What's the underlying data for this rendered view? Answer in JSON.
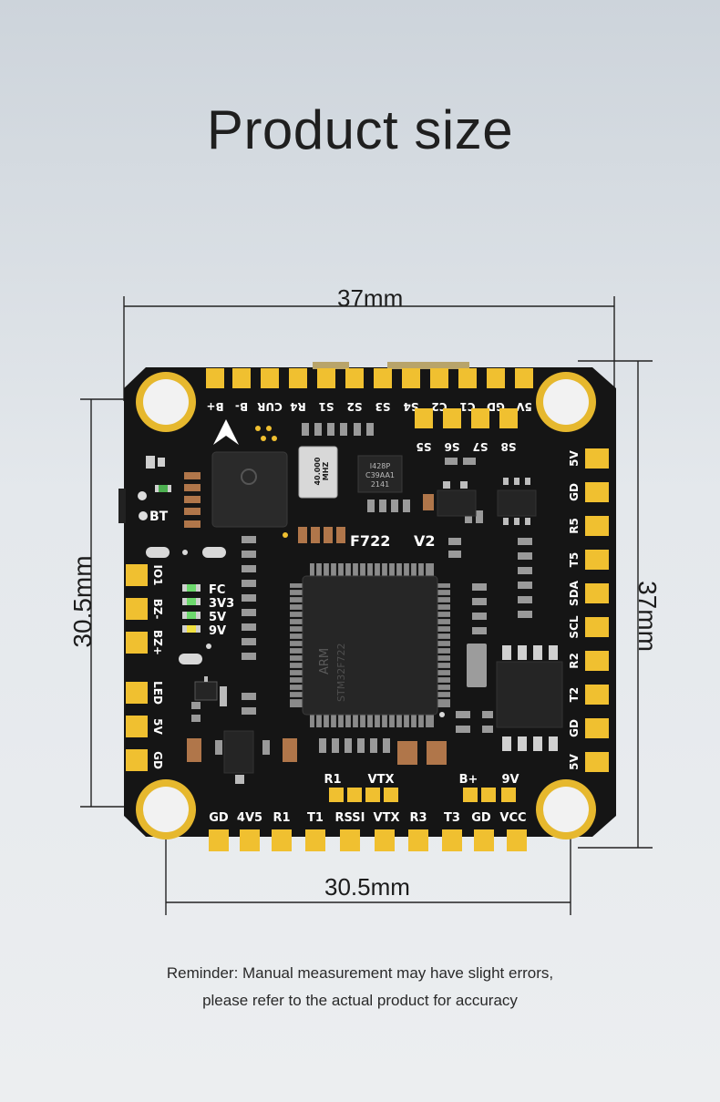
{
  "page": {
    "title": "Product size",
    "reminder_line1": "Reminder: Manual measurement may have slight errors,",
    "reminder_line2": "please refer to the actual product for accuracy"
  },
  "dimensions": {
    "top_width": "37mm",
    "right_height": "37mm",
    "left_mount": "30.5mm",
    "bottom_mount": "30.5mm"
  },
  "board": {
    "model": "F722",
    "version": "V2",
    "top_pads": [
      "B+",
      "B-",
      "CUR",
      "R4",
      "S1",
      "S2",
      "S3",
      "S4",
      "C2",
      "C1",
      "GD",
      "5V"
    ],
    "second_row_pads": [
      "S5",
      "S6",
      "S7",
      "S8"
    ],
    "right_pads": [
      "5V",
      "GD",
      "R5",
      "T5",
      "SDA",
      "SCL",
      "R2",
      "T2",
      "GD",
      "5V"
    ],
    "left_pads": [
      "IO1",
      "BZ-",
      "BZ+",
      "LED",
      "5V",
      "GD"
    ],
    "bottom_pads": [
      "GD",
      "4V5",
      "R1",
      "T1",
      "RSSI",
      "VTX",
      "R3",
      "T3",
      "GD",
      "VCC"
    ],
    "inner_pads_labels": [
      "R1",
      "VTX",
      "B+",
      "9V"
    ],
    "led_labels": [
      "FC",
      "3V3",
      "5V",
      "9V"
    ],
    "bt_label": "BT",
    "crystal_text": [
      "40.000",
      "MHZ"
    ],
    "chip_small_text": [
      "I428P",
      "C39AA1",
      "2141"
    ],
    "mcu_text": [
      "ARM",
      "STM32F722"
    ]
  },
  "colors": {
    "board": "#141414",
    "gold": "#f0c030",
    "background_top": "#cdd4db",
    "background_bottom": "#eceef0"
  }
}
